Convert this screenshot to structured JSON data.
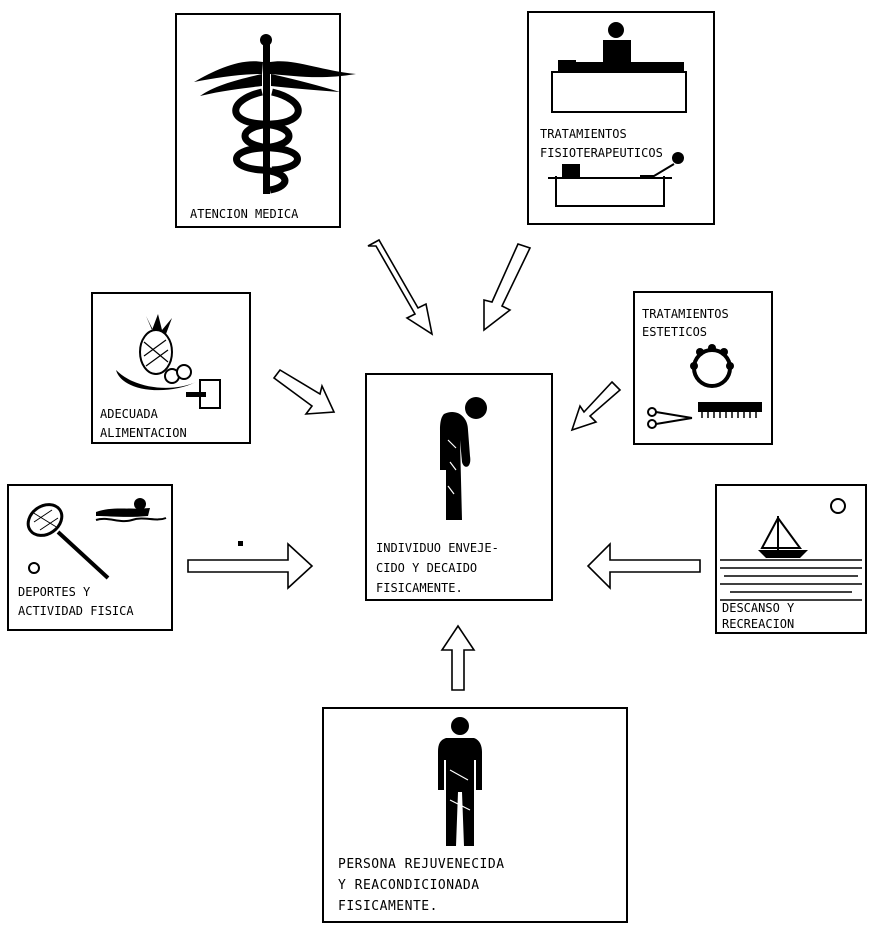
{
  "nodes": {
    "atencion": {
      "lines": [
        "ATENCION MEDICA"
      ]
    },
    "fisio": {
      "lines": [
        "TRATAMIENTOS",
        "FISIOTERAPEUTICOS"
      ]
    },
    "alimentacion": {
      "lines": [
        "ADECUADA",
        "ALIMENTACION"
      ]
    },
    "esteticos": {
      "lines": [
        "TRATAMIENTOS",
        "ESTETICOS"
      ]
    },
    "deportes": {
      "lines": [
        "DEPORTES Y",
        "ACTIVIDAD FISICA"
      ]
    },
    "descanso": {
      "lines": [
        "DESCANSO Y",
        "RECREACION"
      ]
    },
    "center": {
      "lines": [
        "INDIVIDUO ENVEJE-",
        "CIDO Y DECAIDO",
        "FISICAMENTE."
      ]
    },
    "bottom": {
      "lines": [
        "PERSONA REJUVENECIDA",
        "Y REACONDICIONADA",
        "FISICAMENTE."
      ]
    }
  },
  "icons": {
    "atencion": "caduceus-icon",
    "fisio": "physiotherapy-icon",
    "alimentacion": "fruit-bowl-icon",
    "esteticos": "mirror-comb-scissors-icon",
    "deportes": "tennis-swimming-icon",
    "descanso": "sailboat-sun-icon",
    "center": "aged-person-icon",
    "bottom": "upright-person-icon"
  }
}
